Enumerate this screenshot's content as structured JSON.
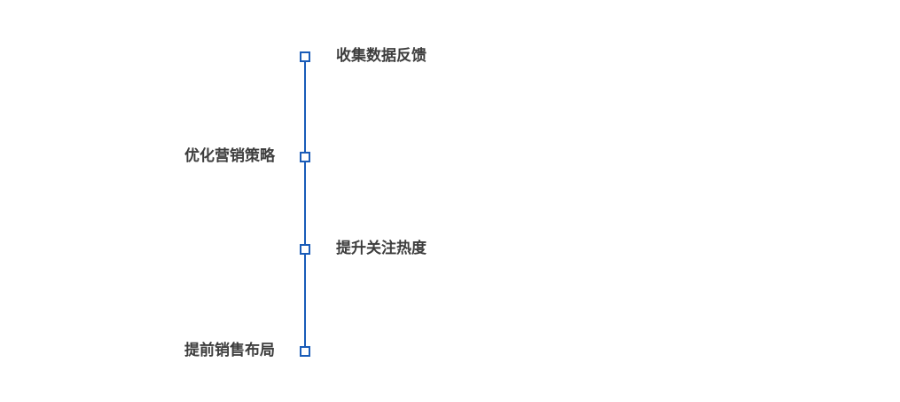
{
  "diagram": {
    "type": "vertical-timeline",
    "accent_color": "#1a5cb8",
    "text_color": "#3d3d3d",
    "items": [
      {
        "label": "收集数据反馈",
        "side": "right"
      },
      {
        "label": "优化营销策略",
        "side": "left"
      },
      {
        "label": "提升关注热度",
        "side": "right"
      },
      {
        "label": "提前销售布局",
        "side": "left"
      }
    ]
  }
}
